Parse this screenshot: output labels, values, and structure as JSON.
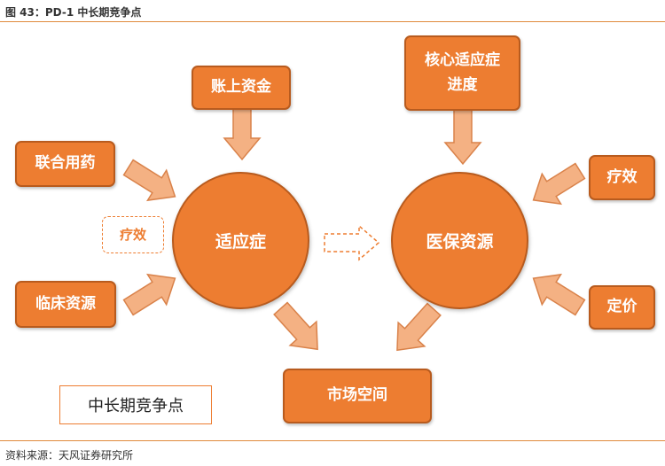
{
  "figure": {
    "title": "图 43：PD-1 中长期竞争点",
    "source": "资料来源：天风证券研究所"
  },
  "nodes": {
    "capital": "账上资金",
    "combo": "联合用药",
    "efficacy_dashed": "疗效",
    "clinical": "临床资源",
    "indication": "适应症",
    "core_progress_line1": "核心适应症",
    "core_progress_line2": "进度",
    "efficacy": "疗效",
    "insurance": "医保资源",
    "pricing": "定价",
    "market": "市场空间"
  },
  "legend": {
    "label": "中长期竞争点"
  },
  "colors": {
    "accent": "#ED7D31",
    "accent_border": "#B85B1E",
    "arrow_fill": "#F4B183",
    "arrow_stroke": "#D9824A",
    "rule": "#E08A3C"
  }
}
